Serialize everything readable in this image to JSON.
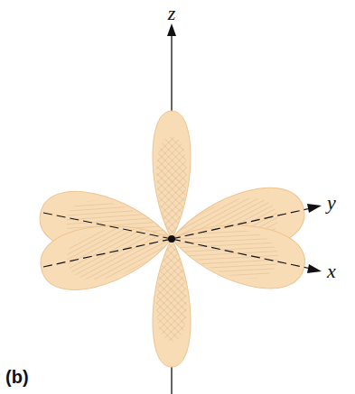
{
  "diagram": {
    "labels": [
      "z",
      "y",
      "x",
      "(b)"
    ]
  }
}
